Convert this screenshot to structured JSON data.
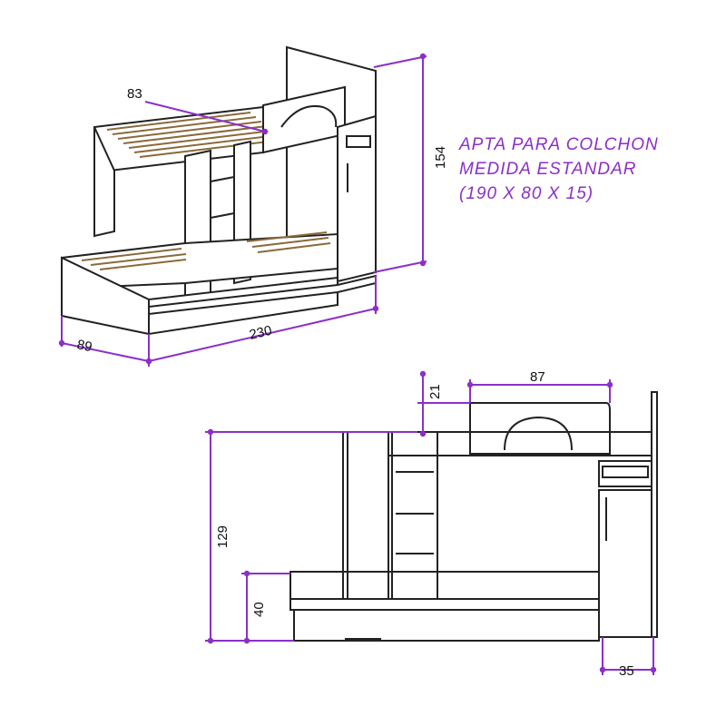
{
  "note": {
    "line1": "APTA PARA COLCHON",
    "line2": "MEDIDA ESTANDAR",
    "line3": "(190 X 80 X 15)"
  },
  "dimensions": {
    "top_width": "83",
    "height_total": "154",
    "length": "230",
    "depth": "89",
    "headboard_width": "87",
    "headboard_offset": "21",
    "upper_bed_height": "129",
    "trundle_height": "40",
    "cabinet_width": "35"
  },
  "colors": {
    "dimension_line": "#8b2fc9",
    "outline": "#222222",
    "slats": "#8a6a3a"
  }
}
